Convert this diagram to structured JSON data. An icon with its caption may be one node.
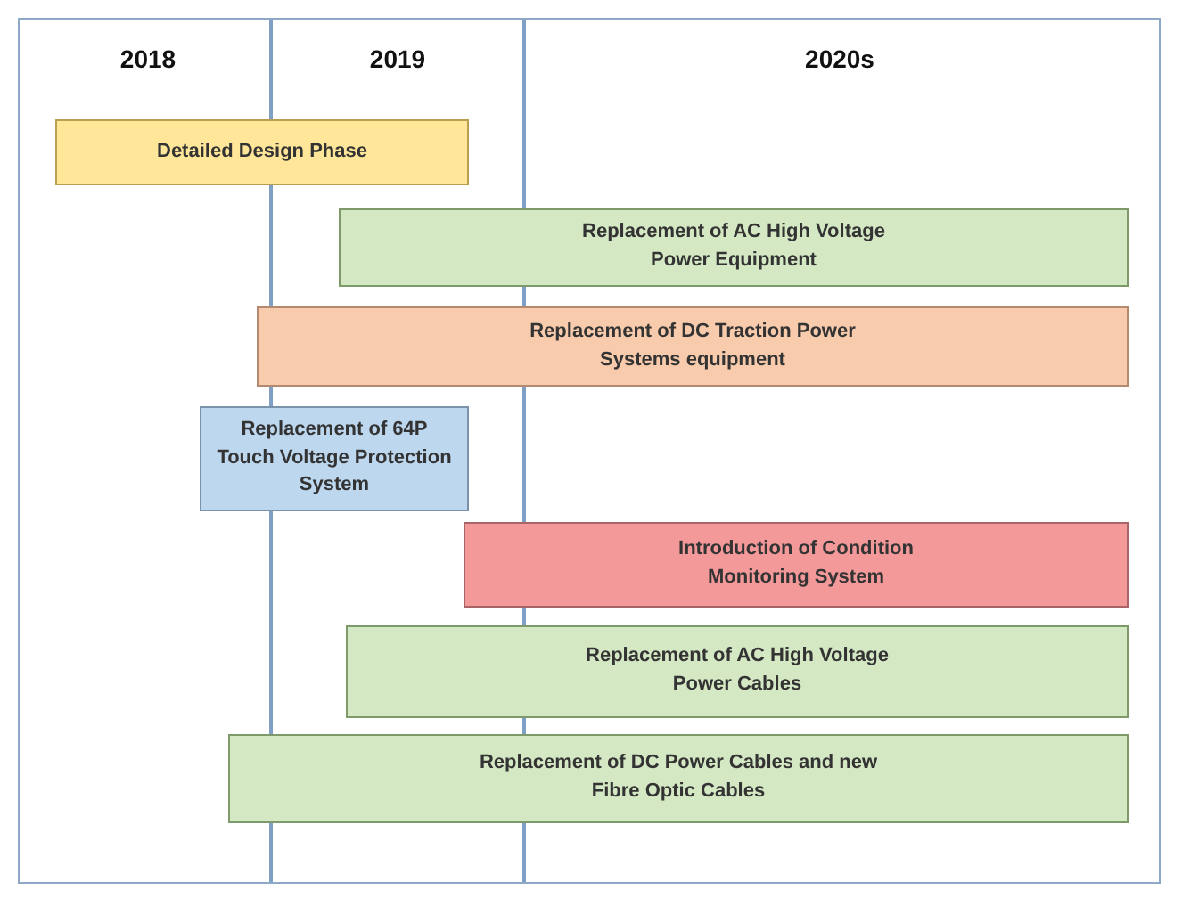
{
  "diagram": {
    "nodes": [
      {
        "text": [
          "Detailed Design Phase"
        ]
      },
      {
        "text": [
          "Replacement of AC High Voltage Power Equipment"
        ]
      },
      {
        "text": [
          "Replacement of DC Traction Power Systems equipment"
        ]
      },
      {
        "text": [
          "Replacement of 64P Touch Voltage Protection System"
        ]
      },
      {
        "text": [
          "Introduction of Condition Monitoring System"
        ]
      },
      {
        "text": [
          "Replacement of AC High Voltage Power Cables"
        ]
      },
      {
        "text": [
          "Replacement of DC Power Cables and new Fibre Optic Cables"
        ]
      }
    ],
    "labels": [
      "2018",
      "2019",
      "2020s"
    ]
  }
}
